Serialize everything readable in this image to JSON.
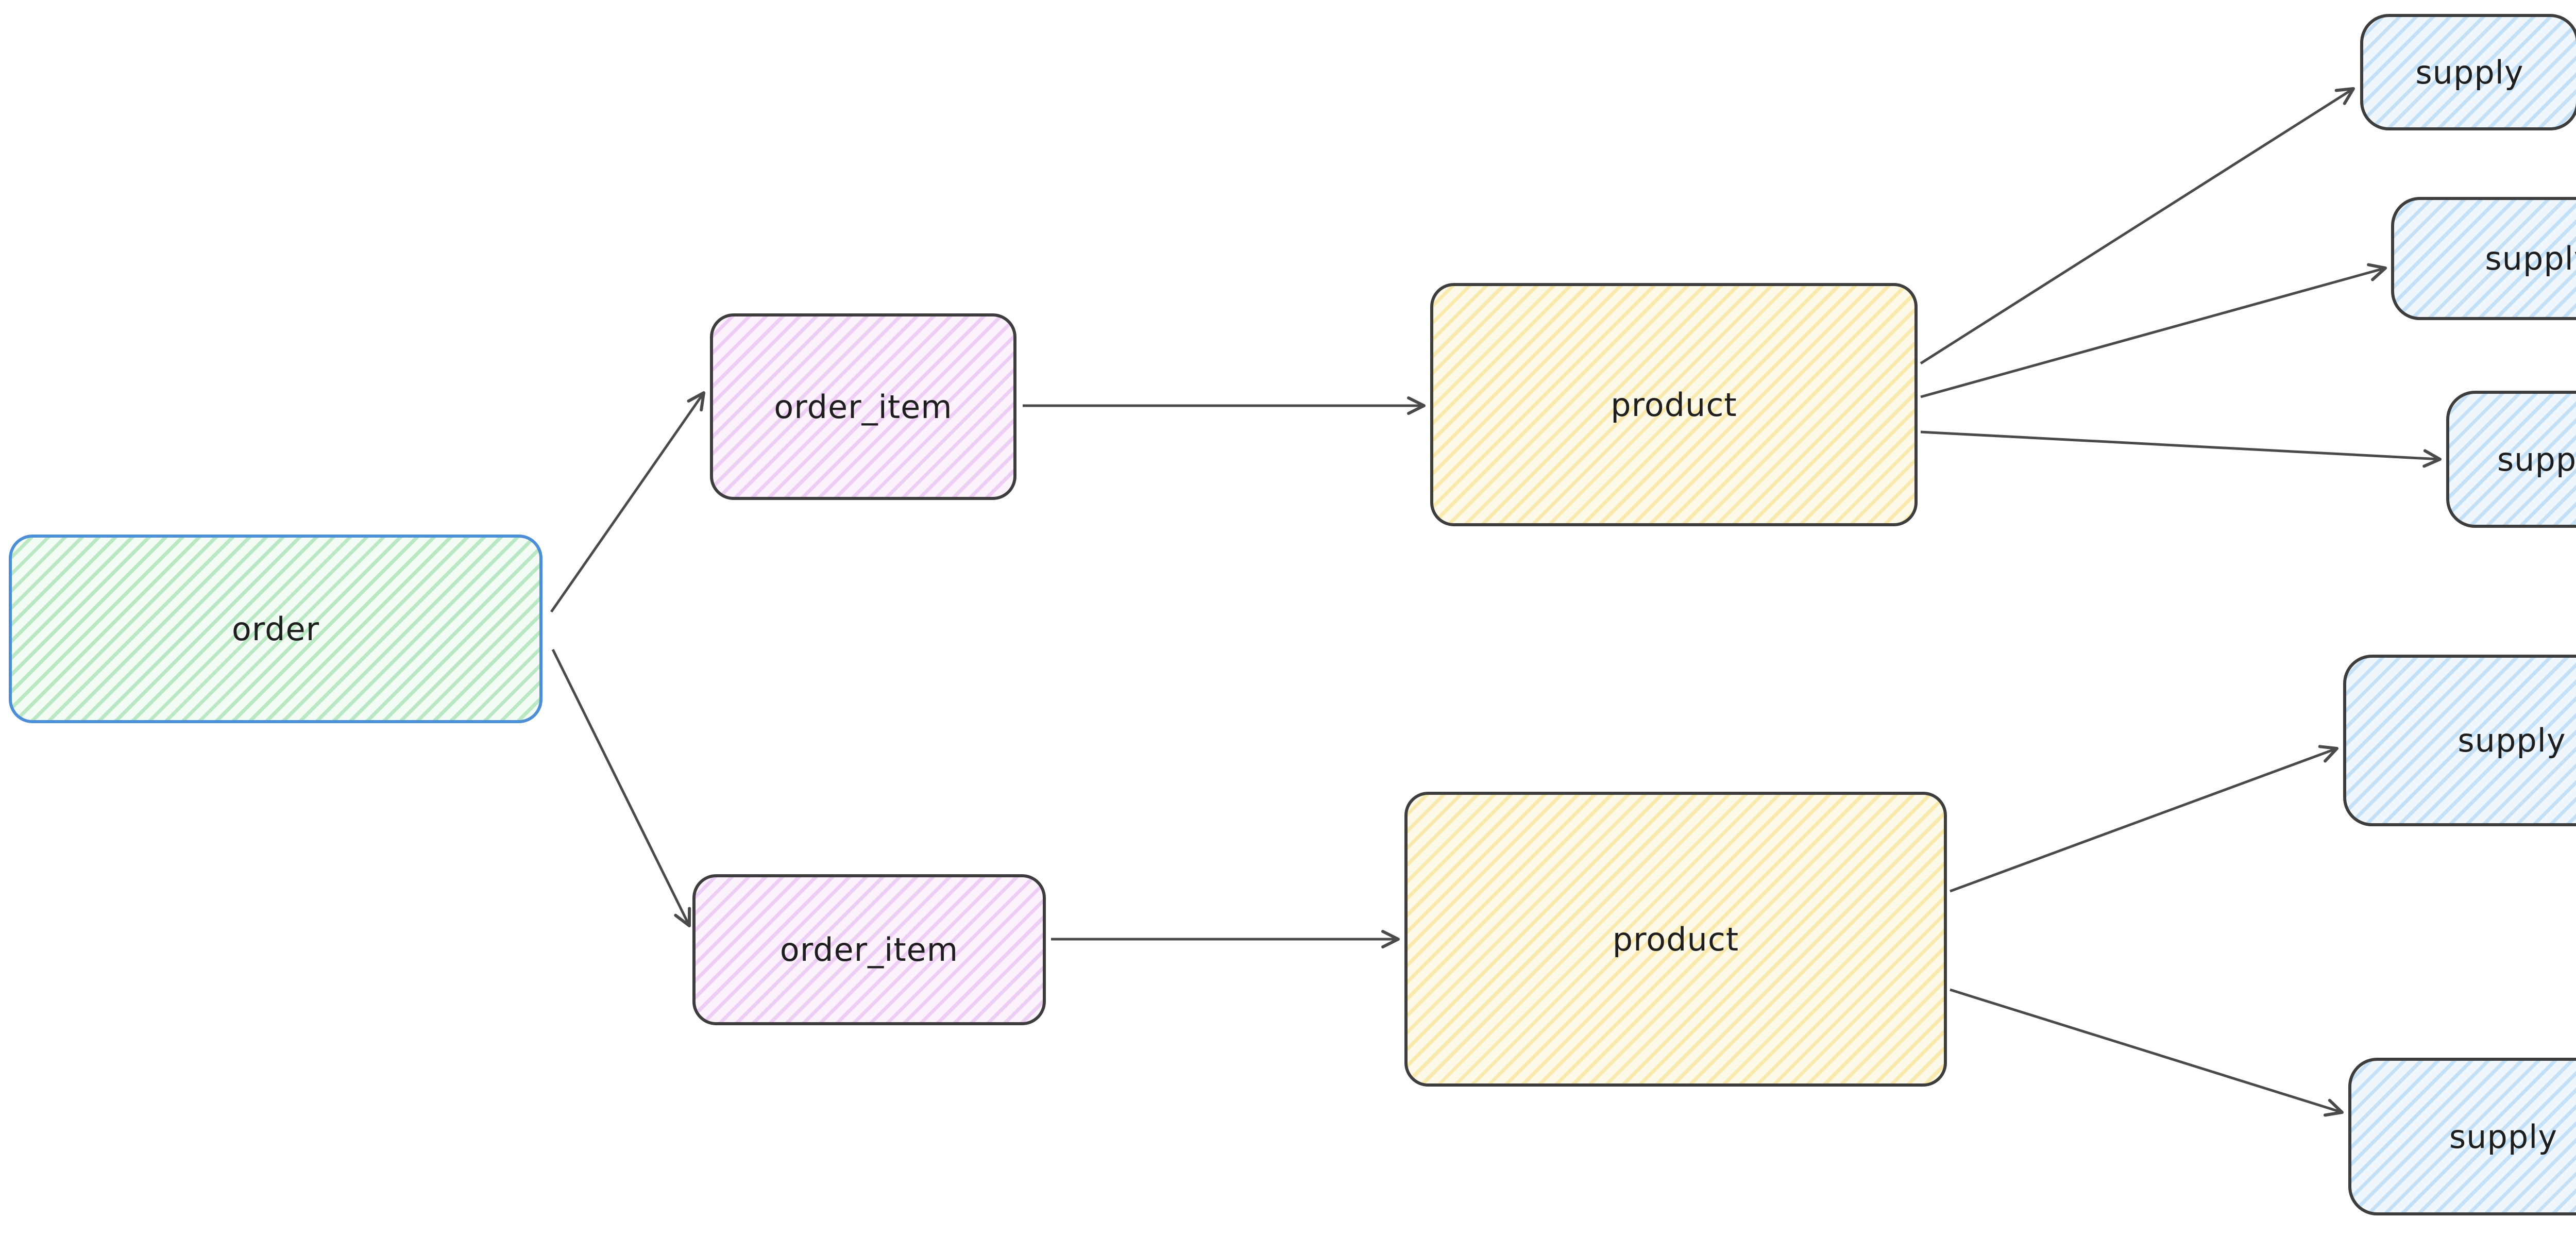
{
  "diagram": {
    "type": "flowchart",
    "background": "#ffffff",
    "arrow_color": "#4a4a4a"
  },
  "nodes": [
    {
      "id": "order",
      "label": "order",
      "fill": "#b2f2bb",
      "border": "#4d8fd6"
    },
    {
      "id": "order_item_1",
      "label": "order_item",
      "fill": "#eebefa",
      "border": "#3d3d3d"
    },
    {
      "id": "order_item_2",
      "label": "order_item",
      "fill": "#eebefa",
      "border": "#3d3d3d"
    },
    {
      "id": "product_1",
      "label": "product",
      "fill": "#ffec99",
      "border": "#3d3d3d"
    },
    {
      "id": "product_2",
      "label": "product",
      "fill": "#ffec99",
      "border": "#3d3d3d"
    },
    {
      "id": "supply_1",
      "label": "supply",
      "fill": "#a5d8ff",
      "border": "#3d3d3d"
    },
    {
      "id": "supply_2",
      "label": "supply",
      "fill": "#a5d8ff",
      "border": "#3d3d3d"
    },
    {
      "id": "supply_3",
      "label": "supply",
      "fill": "#a5d8ff",
      "border": "#3d3d3d"
    },
    {
      "id": "supply_4",
      "label": "supply",
      "fill": "#a5d8ff",
      "border": "#3d3d3d"
    },
    {
      "id": "supply_5",
      "label": "supply",
      "fill": "#a5d8ff",
      "border": "#3d3d3d"
    }
  ],
  "edges": [
    {
      "from": "order",
      "to": "order_item_1"
    },
    {
      "from": "order",
      "to": "order_item_2"
    },
    {
      "from": "order_item_1",
      "to": "product_1"
    },
    {
      "from": "order_item_2",
      "to": "product_2"
    },
    {
      "from": "product_1",
      "to": "supply_1"
    },
    {
      "from": "product_1",
      "to": "supply_2"
    },
    {
      "from": "product_1",
      "to": "supply_3"
    },
    {
      "from": "product_2",
      "to": "supply_4"
    },
    {
      "from": "product_2",
      "to": "supply_5"
    }
  ]
}
